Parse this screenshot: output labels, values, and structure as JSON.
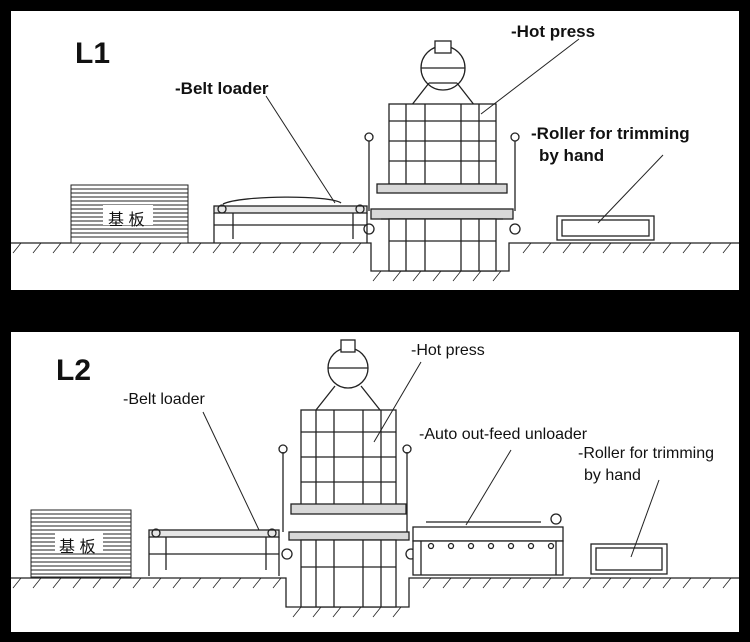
{
  "panels": [
    {
      "id": "L1",
      "labels": {
        "belt_loader": "-Belt loader",
        "hot_press": "-Hot press",
        "roller_line1": "-Roller for trimming",
        "roller_line2": "by hand"
      },
      "stack_text": "基  板"
    },
    {
      "id": "L2",
      "labels": {
        "belt_loader": "-Belt loader",
        "hot_press": "-Hot press",
        "auto_unloader": "-Auto out-feed unloader",
        "roller_line1": "-Roller for trimming",
        "roller_line2": "by hand"
      },
      "stack_text": "基  板"
    }
  ]
}
